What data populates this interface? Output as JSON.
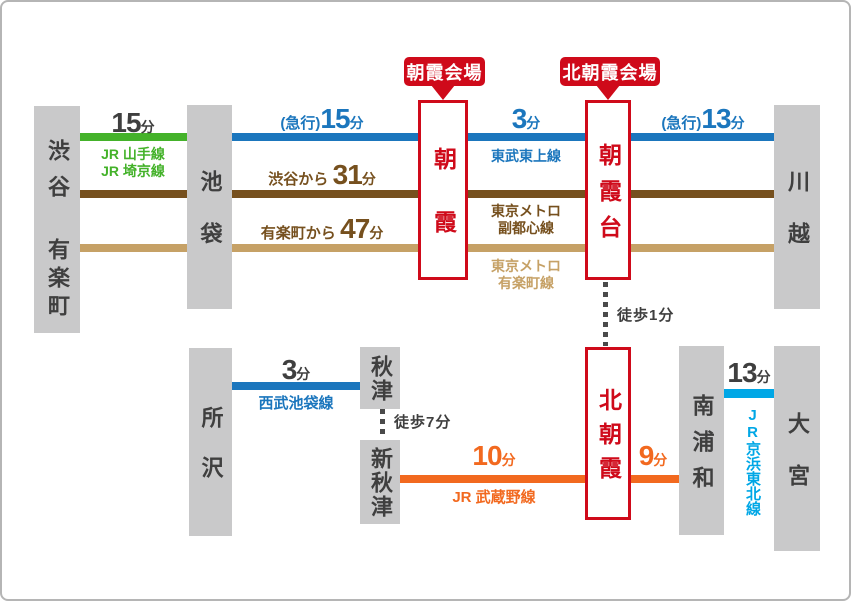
{
  "callouts": {
    "asaka_venue": "朝霞会場",
    "kita_asaka_venue": "北朝霞会場"
  },
  "stations": {
    "shibuya": "渋谷",
    "yurakucho": "有楽町",
    "ikebukuro": "池袋",
    "asaka": "朝霞",
    "asakadai": "朝霞台",
    "kawagoe": "川越",
    "tokorozawa": "所沢",
    "akitsu": "秋津",
    "shin_akitsu": "新秋津",
    "kita_asaka": "北朝霞",
    "minami_urawa": "南浦和",
    "omiya": "大宮"
  },
  "top": {
    "shibuya_ikebukuro": {
      "num": "15",
      "unit": "分",
      "line1": "JR 山手線",
      "line2": "JR 埼京線"
    },
    "ikebukuro_asaka": {
      "prefix": "(急行)",
      "num": "15",
      "unit": "分"
    },
    "asaka_asakadai": {
      "num": "3",
      "unit": "分",
      "line": "東武東上線"
    },
    "asakadai_kawagoe": {
      "prefix": "(急行)",
      "num": "13",
      "unit": "分"
    },
    "fukutoshin": {
      "prefix": "渋谷から",
      "num": "31",
      "unit": "分",
      "name1": "東京メトロ",
      "name2": "副都心線"
    },
    "yurakucho_line": {
      "prefix": "有楽町から",
      "num": "47",
      "unit": "分",
      "name1": "東京メトロ",
      "name2": "有楽町線"
    },
    "walk": "徒歩1分"
  },
  "bottom": {
    "seibu": {
      "num": "3",
      "unit": "分",
      "line": "西武池袋線"
    },
    "walk7": "徒歩7分",
    "musashino": {
      "num": "10",
      "unit": "分",
      "line": "JR 武蔵野線"
    },
    "kita_asaka_seg": {
      "num": "9",
      "unit": "分"
    },
    "keihin": {
      "num": "13",
      "unit": "分",
      "line": "JR京浜東北線"
    }
  },
  "colors": {
    "red": "#cf0a1a",
    "tobu_blue": "#1b76bd",
    "jr_green": "#44b22a",
    "fukutoshin_brown": "#76501e",
    "yurakucho_tan": "#c6a166",
    "musashino_orange": "#f2691f",
    "keihin_lightblue": "#00a7e6",
    "station_gray": "#c9c9ca",
    "text_dark": "#3f3f3f"
  }
}
